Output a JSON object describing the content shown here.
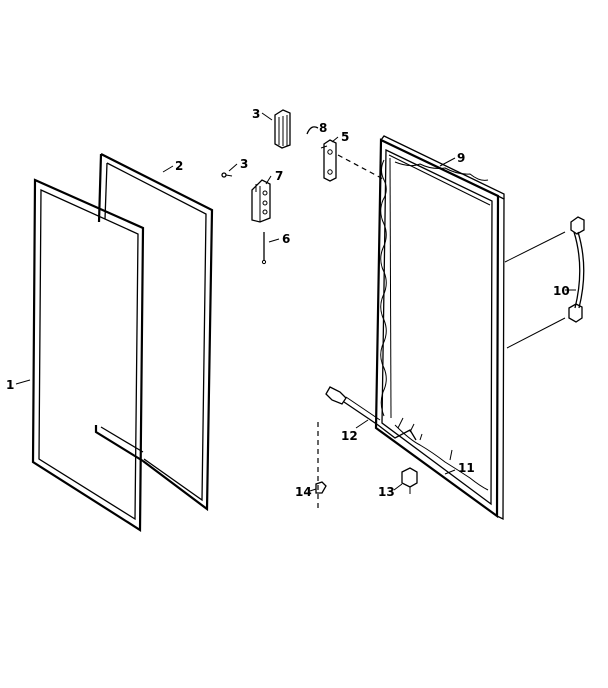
{
  "diagram": {
    "part_labels": {
      "p1": "1",
      "p2": "2",
      "p3a": "3",
      "p3b": "3",
      "p5": "5",
      "p6": "6",
      "p7": "7",
      "p8": "8",
      "p9": "9",
      "p10": "10",
      "p11": "11",
      "p12": "12",
      "p13": "13",
      "p14": "14"
    }
  }
}
